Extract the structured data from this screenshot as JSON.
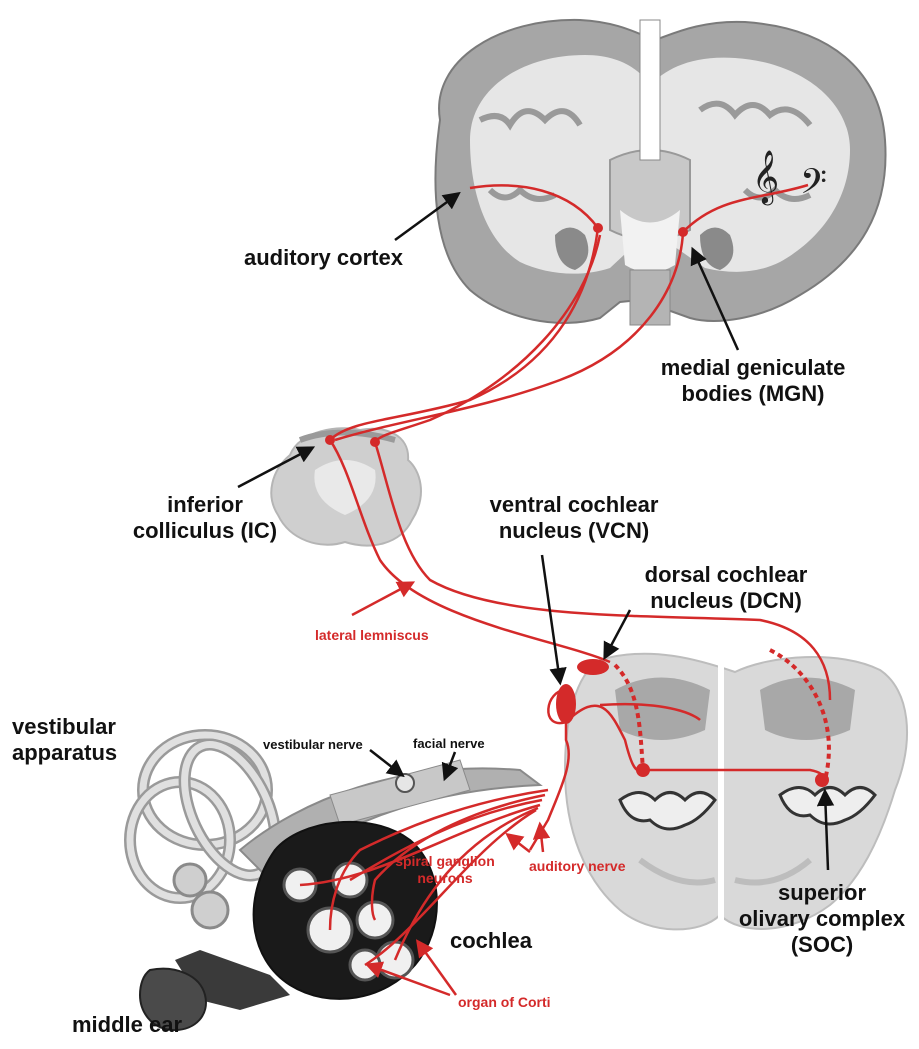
{
  "labels": {
    "auditory_cortex": "auditory cortex",
    "mgn_line1": "medial geniculate",
    "mgn_line2": "bodies (MGN)",
    "ic_line1": "inferior",
    "ic_line2": "colliculus (IC)",
    "vcn_line1": "ventral cochlear",
    "vcn_line2": "nucleus (VCN)",
    "dcn_line1": "dorsal cochlear",
    "dcn_line2": "nucleus (DCN)",
    "lateral_lemniscus": "lateral lemniscus",
    "vestibular_line1": "vestibular",
    "vestibular_line2": "apparatus",
    "vestibular_nerve": "vestibular nerve",
    "facial_nerve": "facial nerve",
    "spiral_line1": "spiral ganglion",
    "spiral_line2": "neurons",
    "auditory_nerve": "auditory nerve",
    "cochlea": "cochlea",
    "organ_of_corti": "organ of Corti",
    "soc_line1": "superior",
    "soc_line2": "olivary complex",
    "soc_line3": "(SOC)",
    "middle_ear": "middle ear"
  },
  "colors": {
    "pathway": "#d42a2a",
    "tissue_light": "#d9d9d9",
    "tissue_mid": "#a6a6a6",
    "tissue_dark": "#6e6e6e",
    "label": "#111111"
  }
}
